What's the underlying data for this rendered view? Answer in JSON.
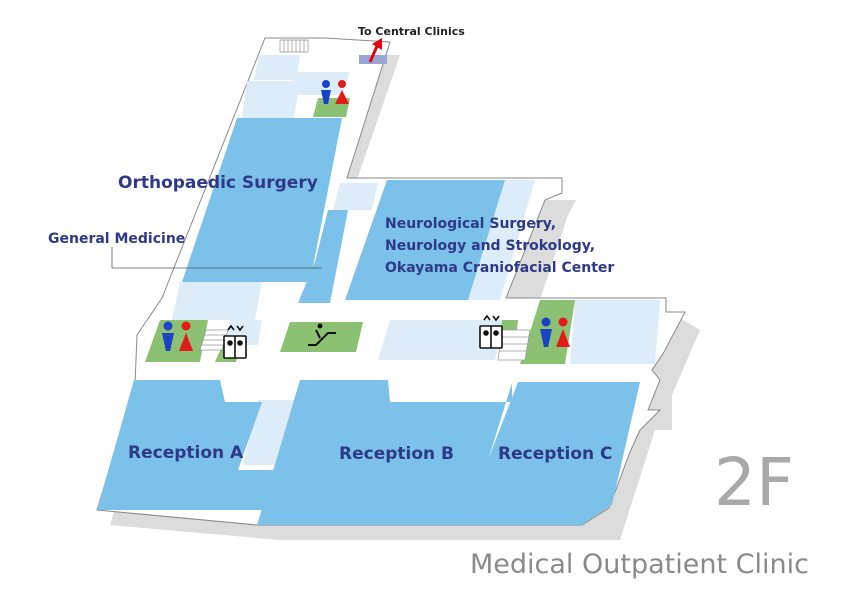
{
  "floor_label": "2F",
  "building_name": "Medical Outpatient Clinic",
  "direction_label": "To Central Clinics",
  "departments": {
    "orthopaedic": "Orthopaedic Surgery",
    "general_medicine": "General Medicine",
    "neuro_line1": "Neurological Surgery,",
    "neuro_line2": "Neurology and Strokology,",
    "neuro_line3": "Okayama Craniofacial Center",
    "reception_a": "Reception A",
    "reception_b": "Reception B",
    "reception_c": "Reception C"
  },
  "colors": {
    "room": "#7bc1ea",
    "room_light": "#dcedf9",
    "floor_white": "#ffffff",
    "shadow": "#dcdcdc",
    "outline": "#8a8a8a",
    "facility_green": "#8cc073",
    "text_blue": "#2e3a87",
    "male_blue": "#1a43c8",
    "female_red": "#e21b1b",
    "arrow_red": "#e60012",
    "stair_purple": "#9aa6d6"
  },
  "icons": [
    "restroom-icon",
    "elevator-icon",
    "escalator-icon",
    "stairs-icon",
    "direction-arrow-icon"
  ]
}
